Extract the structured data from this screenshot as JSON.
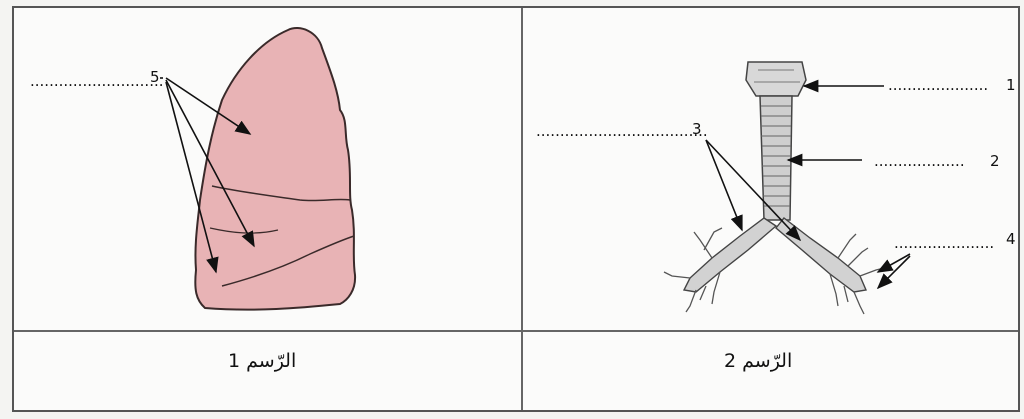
{
  "figure1": {
    "caption": "الرّسم 1",
    "labels": [
      {
        "number": "5",
        "answer_line": "............................"
      }
    ]
  },
  "figure2": {
    "caption": "الرّسم 2",
    "labels": [
      {
        "number": "1",
        "answer_line": "....................."
      },
      {
        "number": "2",
        "answer_line": "..................."
      },
      {
        "number": "3",
        "answer_line": "...................................."
      },
      {
        "number": "4",
        "answer_line": "....................."
      }
    ]
  },
  "colors": {
    "border": "#555555",
    "lung_fill": "#e8b3b5",
    "lung_stroke": "#3a2a2a",
    "trachea_fill": "#cfcfcf",
    "trachea_stroke": "#444444"
  }
}
